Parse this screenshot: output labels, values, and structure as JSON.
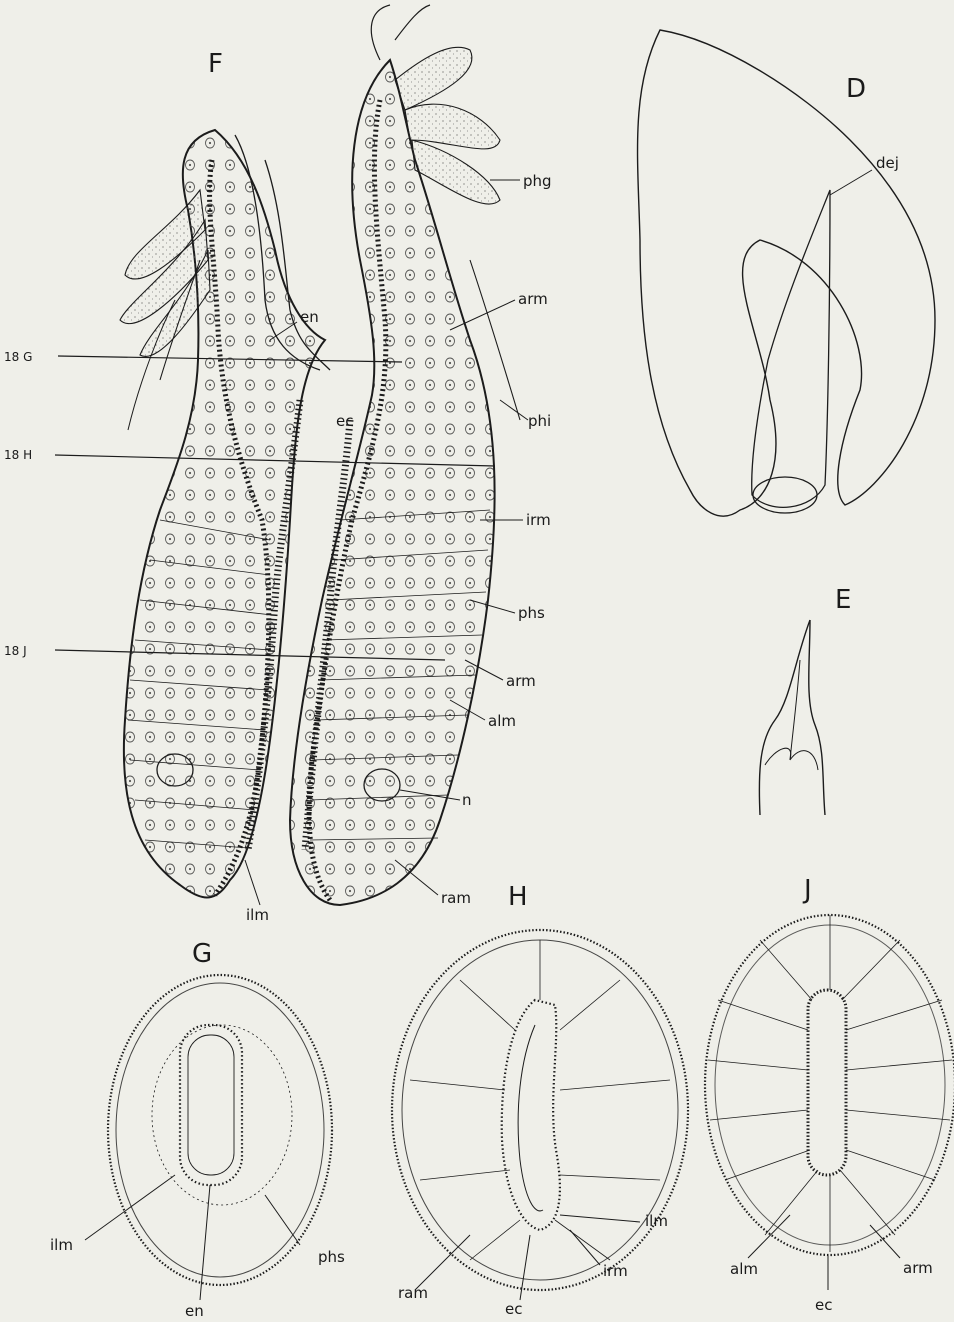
{
  "panels": {
    "F": "F",
    "D": "D",
    "E": "E",
    "G": "G",
    "H": "H",
    "J": "J"
  },
  "section_refs": {
    "g": "18 G",
    "h": "18 H",
    "j": "18 J"
  },
  "labels": {
    "phg": "phg",
    "arm_1": "arm",
    "en_f": "en",
    "phi": "phi",
    "ec_f": "ec",
    "irm_f": "irm",
    "phs_f": "phs",
    "arm_2": "arm",
    "alm_f": "alm",
    "n": "n",
    "ram_f": "ram",
    "ilm_f": "ilm",
    "dej": "dej",
    "ilm_g": "ilm",
    "phs_g": "phs",
    "en_g": "en",
    "ram_h": "ram",
    "ec_h": "ec",
    "irm_h": "irm",
    "ilm_h": "ilm",
    "alm_j": "alm",
    "ec_j": "ec",
    "arm_j": "arm"
  },
  "colors": {
    "paper": "#efefe9",
    "ink": "#1c1c1c"
  }
}
